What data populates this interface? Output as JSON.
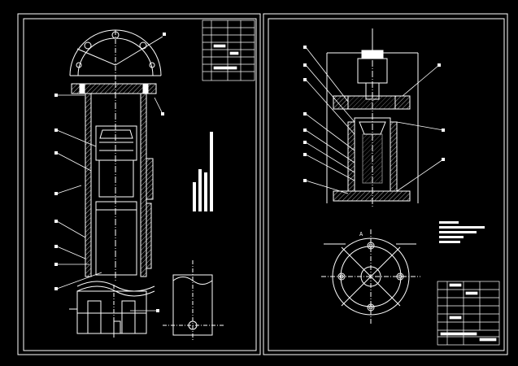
{
  "drawing": {
    "background": "#000000",
    "line_color": "#ffffff",
    "sheets": [
      {
        "name": "left-sheet",
        "view": "cylinder-assembly-sections"
      },
      {
        "name": "right-sheet",
        "view": "press-head-assembly-with-flange-plan"
      }
    ],
    "section_mark_right": "A"
  }
}
